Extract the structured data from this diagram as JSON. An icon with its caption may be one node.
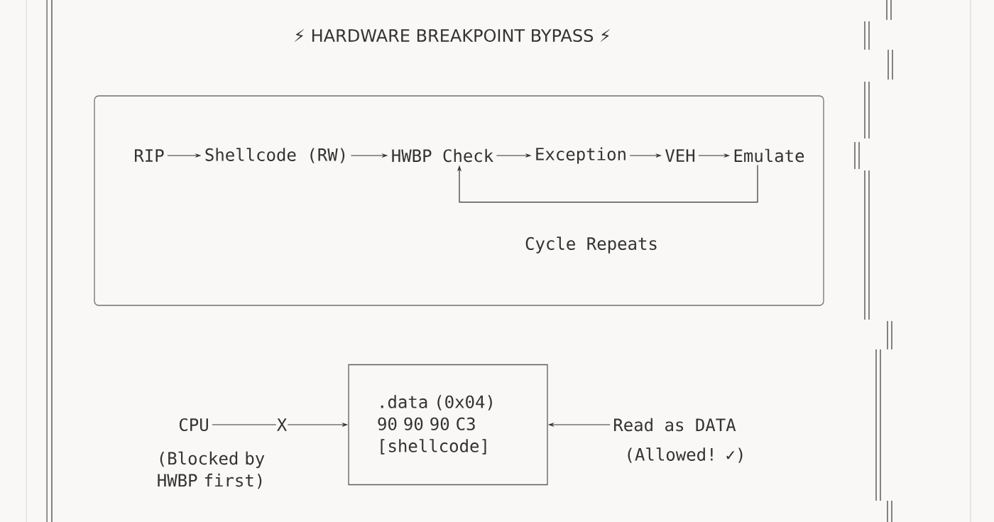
{
  "diagram": {
    "title": "⚡ HARDWARE BREAKPOINT BYPASS ⚡",
    "nodes": [
      {
        "text": [],
        "shape": "box"
      },
      {
        "text": [
          "RIP"
        ],
        "in": 0
      },
      {
        "text": [
          "Shellcode (RW)"
        ],
        "in": 0
      },
      {
        "text": [
          "HWBP Check"
        ],
        "in": 0
      },
      {
        "text": [
          "Exception"
        ],
        "in": 0
      },
      {
        "text": [
          "VEH"
        ],
        "in": 0
      },
      {
        "text": [
          "Emulate"
        ],
        "in": 0
      },
      {
        "text": [
          "CPU"
        ],
        "beside": [
          "(Blocked by HWBP first)"
        ]
      },
      {
        "text": [
          ".data (0x04)",
          "90 90 90 C3",
          "[shellcode]"
        ]
      },
      {
        "text": [
          "Read as DATA"
        ],
        "beside": [
          "(Allowed! ✓)"
        ]
      }
    ],
    "edges": [
      {
        "from": 1,
        "to": 2,
        "arrow": "to"
      },
      {
        "from": 2,
        "to": 3,
        "arrow": "to"
      },
      {
        "from": 3,
        "to": 4,
        "arrow": "to"
      },
      {
        "from": 4,
        "to": 5,
        "arrow": "to"
      },
      {
        "from": 5,
        "to": 6,
        "arrow": "to"
      },
      {
        "from": 6,
        "to": 3,
        "arrow": "to",
        "label": "Cycle Repeats"
      },
      {
        "from": 7,
        "to": 8,
        "arrow": "to",
        "label": "X"
      },
      {
        "from": 9,
        "to": 8,
        "arrow": "to"
      }
    ]
  }
}
